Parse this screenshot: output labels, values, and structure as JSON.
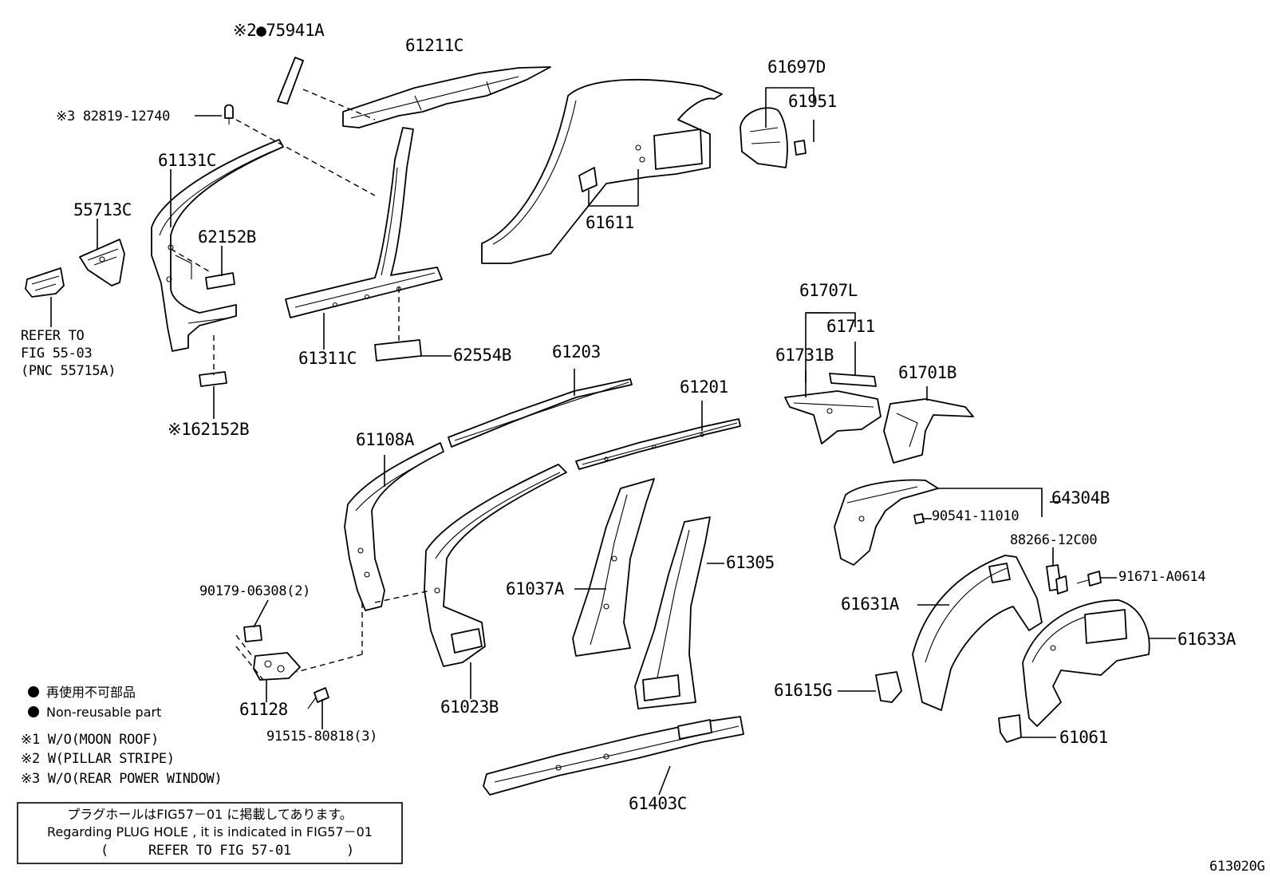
{
  "labels": {
    "p75941a": "※2●75941A",
    "p61211c": "61211C",
    "p82819": "※3 82819-12740",
    "p61131c": "61131C",
    "p55713c": "55713C",
    "p62152b": "62152B",
    "refer1": "REFER TO",
    "refer2": "FIG 55-03",
    "refer3": "(PNC 55715A)",
    "p162152b": "※162152B",
    "p61311c": "61311C",
    "p62554b": "62554B",
    "p61611": "61611",
    "p61697d": "61697D",
    "p61951": "61951",
    "p61707l": "61707L",
    "p61711": "61711",
    "p61731b": "61731B",
    "p61701b": "61701B",
    "p61203": "61203",
    "p61201": "61201",
    "p61108a": "61108A",
    "p64304b": "64304B",
    "p90541": "90541-11010",
    "p88266": "88266-12C00",
    "p91671": "91671-A0614",
    "p90179": "90179-06308(2)",
    "p61037a": "61037A",
    "p61305": "61305",
    "p61631a": "61631A",
    "p61633a": "61633A",
    "p61128": "61128",
    "p61023b": "61023B",
    "p61615g": "61615G",
    "p61061": "61061",
    "p91515": "91515-80818(3)",
    "p61403c": "61403C"
  },
  "legend": {
    "non_reusable_jp": "再使用不可部品",
    "non_reusable_en": "Non-reusable part",
    "note1": "※1 W/O(MOON ROOF)",
    "note2": "※2 W(PILLAR STRIPE)",
    "note3": "※3 W/O(REAR POWER WINDOW)"
  },
  "infobox": {
    "line1": "プラグホールはFIG57－01 に掲載してあります。",
    "line2": "Regarding PLUG HOLE , it is indicated in FIG57－01",
    "line3_open": "(",
    "line3_text": "REFER TO FIG 57-01",
    "line3_close": ")"
  },
  "figure_code": "613020G"
}
